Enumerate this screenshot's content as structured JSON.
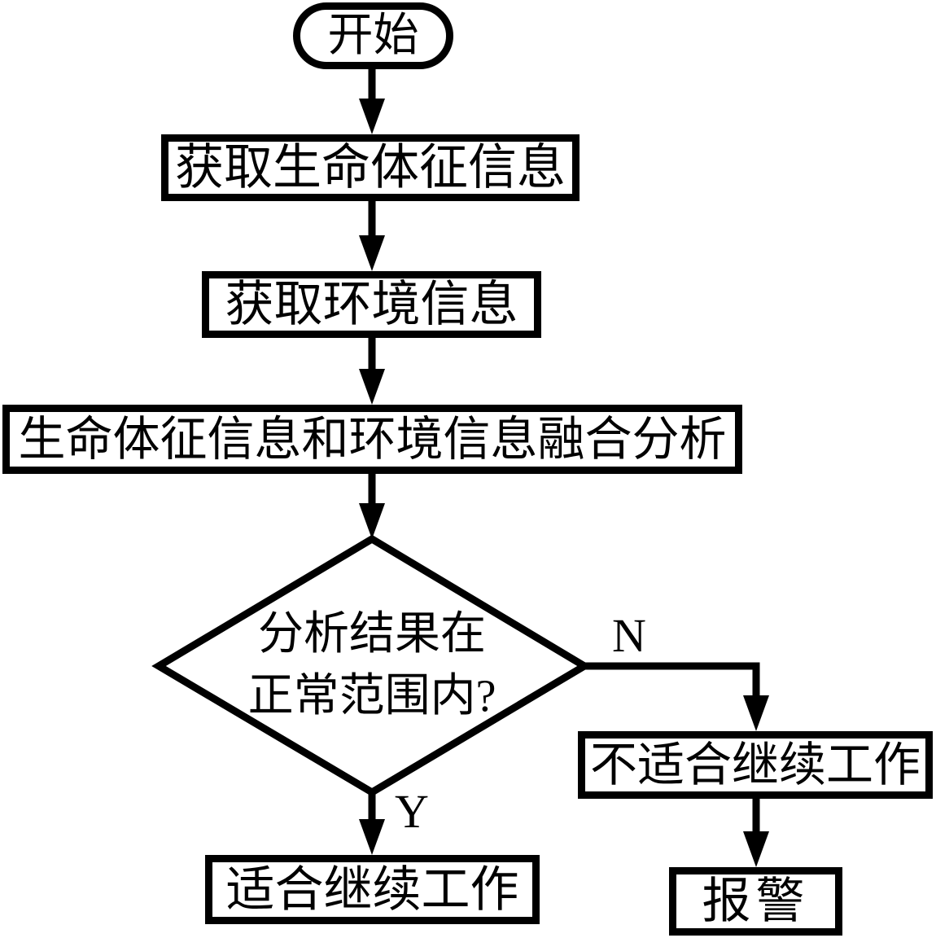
{
  "diagram": {
    "type": "flowchart",
    "background": "#ffffff",
    "stroke_color": "#000000",
    "nodes": {
      "start": {
        "shape": "terminator",
        "label": "开始"
      },
      "acquire_vitals": {
        "shape": "process",
        "label": "获取生命体征信息"
      },
      "acquire_environment": {
        "shape": "process",
        "label": "获取环境信息"
      },
      "fusion_analysis": {
        "shape": "process",
        "label": "生命体征信息和环境信息融合分析"
      },
      "decision": {
        "shape": "decision",
        "label_line1": "分析结果在",
        "label_line2": "正常范围内?"
      },
      "fit_to_continue": {
        "shape": "process",
        "label": "适合继续工作"
      },
      "unfit_to_continue": {
        "shape": "process",
        "label": "不适合继续工作"
      },
      "alarm": {
        "shape": "process",
        "label": "报警"
      }
    },
    "branch_labels": {
      "yes": "Y",
      "no": "N"
    },
    "edges": [
      {
        "from": "start",
        "to": "acquire_vitals"
      },
      {
        "from": "acquire_vitals",
        "to": "acquire_environment"
      },
      {
        "from": "acquire_environment",
        "to": "fusion_analysis"
      },
      {
        "from": "fusion_analysis",
        "to": "decision"
      },
      {
        "from": "decision",
        "to": "fit_to_continue",
        "label": "Y"
      },
      {
        "from": "decision",
        "to": "unfit_to_continue",
        "label": "N"
      },
      {
        "from": "unfit_to_continue",
        "to": "alarm"
      }
    ]
  }
}
